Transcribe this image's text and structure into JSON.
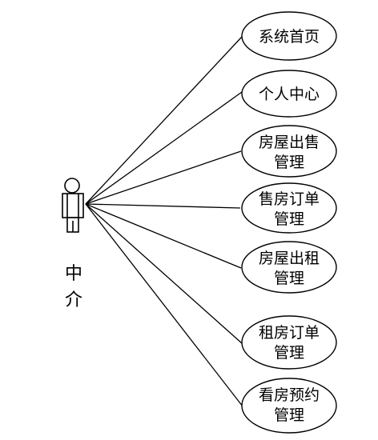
{
  "diagram": {
    "type": "use-case",
    "actor": {
      "label_line1": "中",
      "label_line2": "介"
    },
    "use_cases": [
      {
        "id": "homepage",
        "lines": [
          "系统首页"
        ]
      },
      {
        "id": "personal-center",
        "lines": [
          "个人中心"
        ]
      },
      {
        "id": "house-sale-management",
        "lines": [
          "房屋出售",
          "管理"
        ]
      },
      {
        "id": "sale-order-management",
        "lines": [
          "售房订单",
          "管理"
        ]
      },
      {
        "id": "house-rent-management",
        "lines": [
          "房屋出租",
          "管理"
        ]
      },
      {
        "id": "rent-order-management",
        "lines": [
          "租房订单",
          "管理"
        ]
      },
      {
        "id": "viewing-appointment-management",
        "lines": [
          "看房预约",
          "管理"
        ]
      }
    ]
  }
}
